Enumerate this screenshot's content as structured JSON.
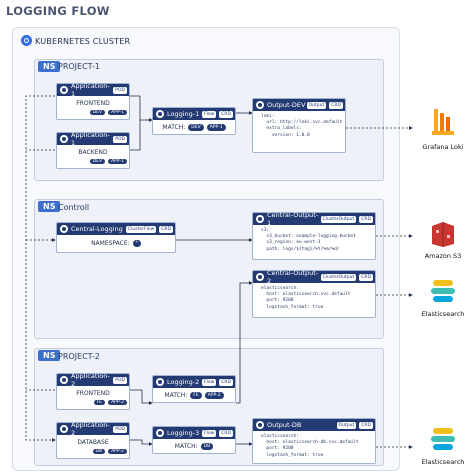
{
  "title": "LOGGING FLOW",
  "cluster": {
    "label": "KUBERNETES CLUSTER"
  },
  "namespaces": [
    {
      "badge": "NS",
      "name": "PROJECT-1"
    },
    {
      "badge": "NS",
      "name": "Controll"
    },
    {
      "badge": "NS",
      "name": "PROJECT-2"
    }
  ],
  "nodes": {
    "app1_frontend": {
      "title": "Application-1",
      "tag": "POD",
      "label": "FRONTEND",
      "pills": [
        "DEV",
        "APP-1"
      ]
    },
    "app1_backend": {
      "title": "Application-1",
      "tag": "POD",
      "label": "BACKEND",
      "pills": [
        "DEV",
        "APP-1"
      ]
    },
    "logging1": {
      "title": "Logging-1",
      "tags": [
        "Flow",
        "CRD"
      ],
      "label": "MATCH:",
      "pills": [
        "DEV",
        "APP-1"
      ]
    },
    "output_dev": {
      "title": "Output-DEV",
      "tags": [
        "Output",
        "CRD"
      ],
      "code": "loki:\n  url: http://loki.svc.default\n  extra_labels:\n    version: 1.0.0"
    },
    "central_logging": {
      "title": "Central-Logging",
      "tags": [
        "ClusterFlow",
        "CRD"
      ],
      "label": "NAMESPACE:",
      "pills": [
        "*"
      ]
    },
    "central_output1": {
      "title": "Central-Output-1",
      "tags": [
        "ClusterOutput",
        "CRD"
      ],
      "code": "s3:\n  s3_bucket: example-logging-bucket\n  s3_region: eu-west-1\n  path: logs/${tag}/%Y/%m/%d/"
    },
    "central_output2": {
      "title": "Central-Output-2",
      "tags": [
        "ClusterOutput",
        "CRD"
      ],
      "code": "elasticsearch:\n  host: elasticsearch.svc.default\n  port: 9200\n  logstash_format: true"
    },
    "app2_frontend": {
      "title": "Application-2",
      "tag": "POD",
      "label": "FRONTEND",
      "pills": [
        "FE",
        "APP-2"
      ]
    },
    "app2_database": {
      "title": "Application-2",
      "tag": "POD",
      "label": "DATABASE",
      "pills": [
        "DB",
        "APP-2"
      ]
    },
    "logging2": {
      "title": "Logging-2",
      "tags": [
        "Flow",
        "CRD"
      ],
      "label": "MATCH:",
      "pills": [
        "FE",
        "APP-2"
      ]
    },
    "logging3": {
      "title": "Logging-3",
      "tags": [
        "Flow",
        "CRD"
      ],
      "label": "MATCH:",
      "pills": [
        "DB"
      ]
    },
    "output_db": {
      "title": "Output-DB",
      "tags": [
        "Output",
        "CRD"
      ],
      "code": "elasticsearch:\n  host: elasticsearch-db.svc.default\n  port: 9200\n  logstash_format: true"
    }
  },
  "externals": [
    {
      "name": "Grafana Loki",
      "icon": "grafana-loki-logo"
    },
    {
      "name": "Amazon S3",
      "icon": "amazon-s3-logo"
    },
    {
      "name": "Elasticsearch",
      "icon": "elasticsearch-logo"
    },
    {
      "name": "Elasticsearch",
      "icon": "elasticsearch-logo"
    }
  ]
}
